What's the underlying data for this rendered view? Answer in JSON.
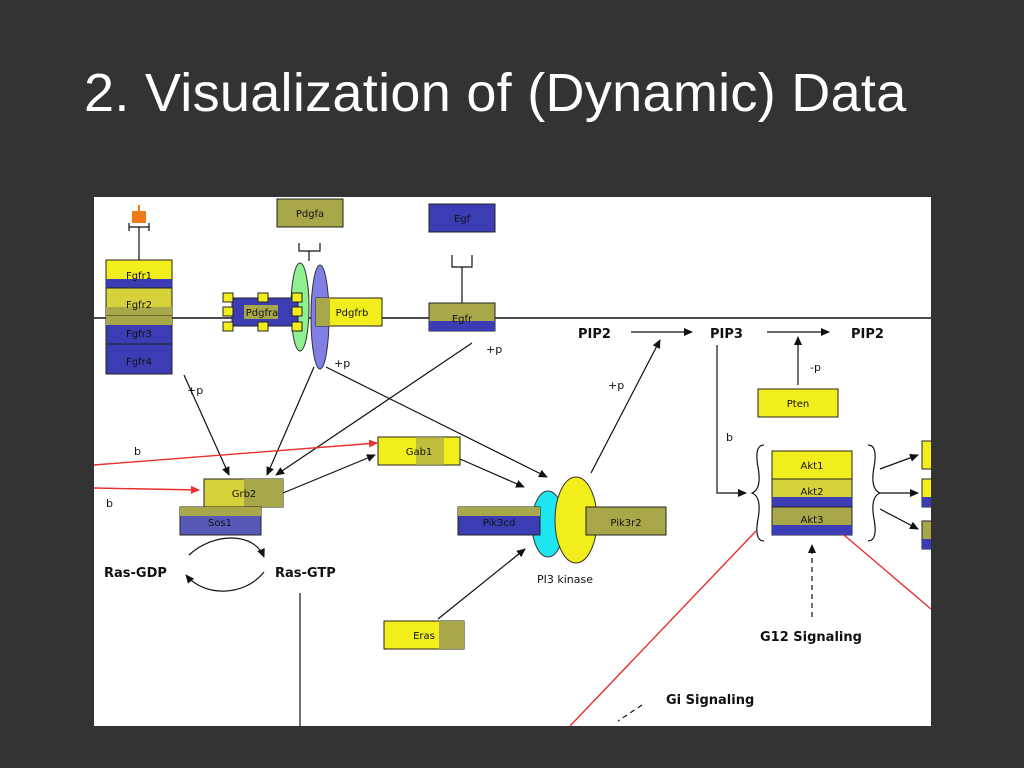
{
  "slide": {
    "title": "2. Visualization of (Dynamic) Data"
  },
  "colors": {
    "background": "#333333",
    "yellow": "#f2ee1c",
    "olive": "#a8a84a",
    "blue": "#3c3cb4",
    "purple": "#5858b8",
    "red": "#e8302c",
    "cyan": "#1ee6f0",
    "green": "#8ef08e",
    "orange": "#f07a1a"
  },
  "genes": {
    "fgfr1": "Fgfr1",
    "fgfr2": "Fgfr2",
    "fgfr3": "Fgfr3",
    "fgfr4": "Fgfr4",
    "pdgfa": "Pdgfa",
    "pdgfra": "Pdgfra",
    "pdgfrb": "Pdgfrb",
    "egf": "Egf",
    "egfr": "Egfr",
    "gab1": "Gab1",
    "grb2": "Grb2",
    "sos1": "Sos1",
    "pik3cd": "Pik3cd",
    "pik3r2": "Pik3r2",
    "eras": "Eras",
    "pten": "Pten",
    "akt1": "Akt1",
    "akt2": "Akt2",
    "akt3": "Akt3"
  },
  "labels": {
    "pip2_left": "PIP2",
    "pip3": "PIP3",
    "pip2_right": "PIP2",
    "ras_gdp": "Ras-GDP",
    "ras_gtp": "Ras-GTP",
    "pi3_kinase": "PI3 kinase",
    "g12": "G12 Signaling",
    "gi": "Gi Signaling",
    "plus_p": "+p",
    "minus_p": "-p",
    "b": "b"
  }
}
